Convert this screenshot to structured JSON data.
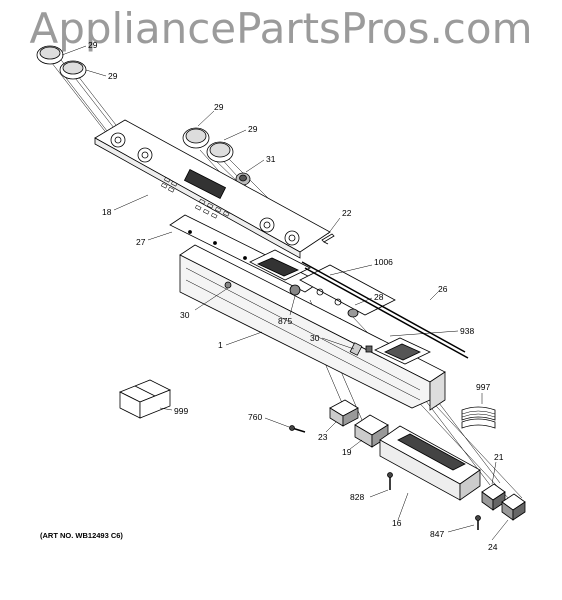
{
  "watermark": "AppliancePartsPros.com",
  "art_no": "(ART NO. WB12493 C6)",
  "callouts": {
    "c29a": "29",
    "c29b": "29",
    "c29c": "29",
    "c29d": "29",
    "c31": "31",
    "c18": "18",
    "c22": "22",
    "c27": "27",
    "c1006": "1006",
    "c28": "28",
    "c26": "26",
    "c30a": "30",
    "c875": "875",
    "c30b": "30",
    "c938": "938",
    "c1": "1",
    "c997": "997",
    "c999": "999",
    "c760": "760",
    "c23": "23",
    "c19": "19",
    "c21": "21",
    "c828": "828",
    "c16": "16",
    "c847": "847",
    "c24": "24"
  }
}
